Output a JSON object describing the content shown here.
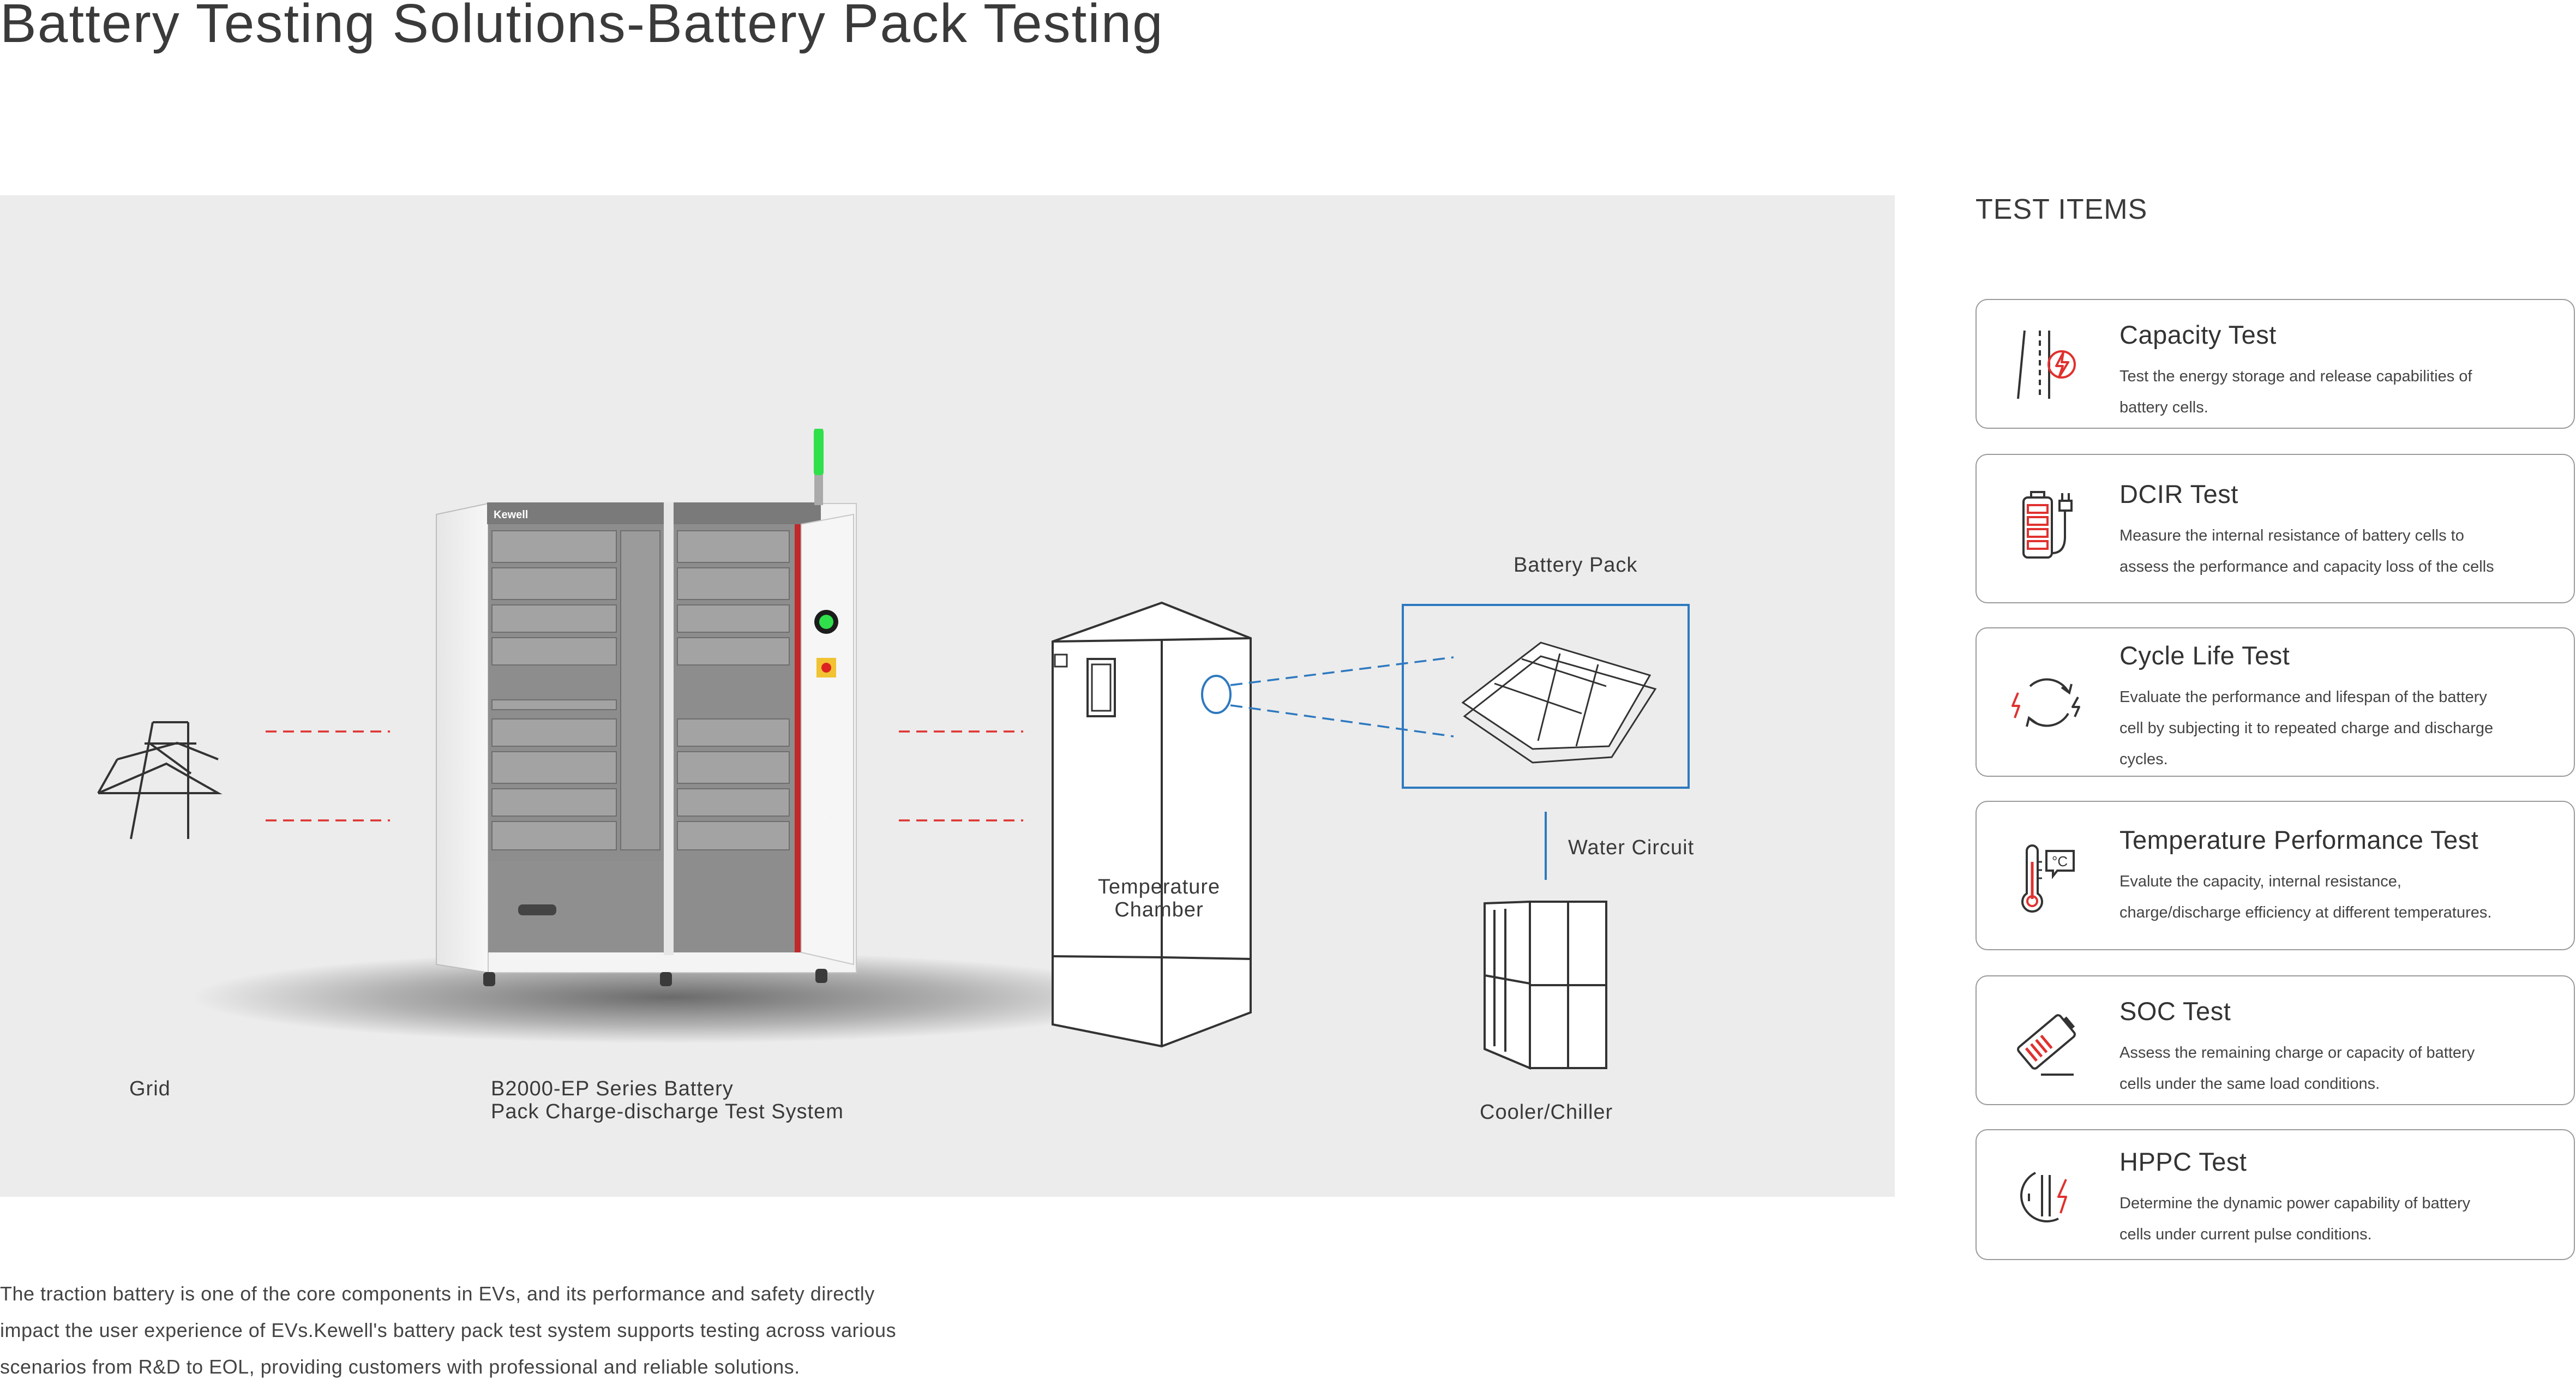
{
  "header": {
    "title": "Battery Testing Solutions-Battery Pack Testing"
  },
  "diagram": {
    "labels": {
      "grid": "Grid",
      "system_line1": "B2000-EP Series Battery",
      "system_line2": "Pack Charge-discharge Test System",
      "chamber_line1": "Temperature",
      "chamber_line2": "Chamber",
      "battery_pack": "Battery Pack",
      "water_circuit": "Water Circuit",
      "cooler": "Cooler/Chiller"
    },
    "cabinet_brand": "Kewell",
    "colors": {
      "accent_red": "#e0312f",
      "accent_blue": "#2e79c0",
      "light_green": "#2fe04a"
    }
  },
  "intro": {
    "lines": [
      "The traction battery is one of the core components in EVs, and its performance and safety directly",
      "impact the user experience of EVs.Kewell's battery pack test system supports testing across various",
      "scenarios from R&D to EOL, providing customers with professional and reliable solutions."
    ]
  },
  "test_items": {
    "heading": "TEST ITEMS",
    "items": [
      {
        "title": "Capacity Test",
        "icon": "capacity-icon",
        "desc_lines": [
          "Test the energy storage and release capabilities of",
          "battery cells."
        ]
      },
      {
        "title": "DCIR Test",
        "icon": "battery-plug-icon",
        "desc_lines": [
          "Measure the internal resistance of battery cells to",
          "assess the performance and capacity loss of the cells"
        ]
      },
      {
        "title": "Cycle Life Test",
        "icon": "cycle-icon",
        "desc_lines": [
          "Evaluate the performance and lifespan of the battery",
          "cell by subjecting it to repeated charge and discharge",
          "cycles."
        ]
      },
      {
        "title": "Temperature Performance Test",
        "icon": "thermometer-icon",
        "desc_lines": [
          "Evalute the capacity, internal resistance,",
          "charge/discharge efficiency at different temperatures."
        ]
      },
      {
        "title": "SOC Test",
        "icon": "battery-level-icon",
        "desc_lines": [
          "Assess the remaining charge or capacity of battery",
          "cells under the same load conditions."
        ]
      },
      {
        "title": "HPPC Test",
        "icon": "pulse-power-icon",
        "desc_lines": [
          "Determine the dynamic power capability of battery",
          "cells under current pulse conditions."
        ]
      }
    ]
  }
}
